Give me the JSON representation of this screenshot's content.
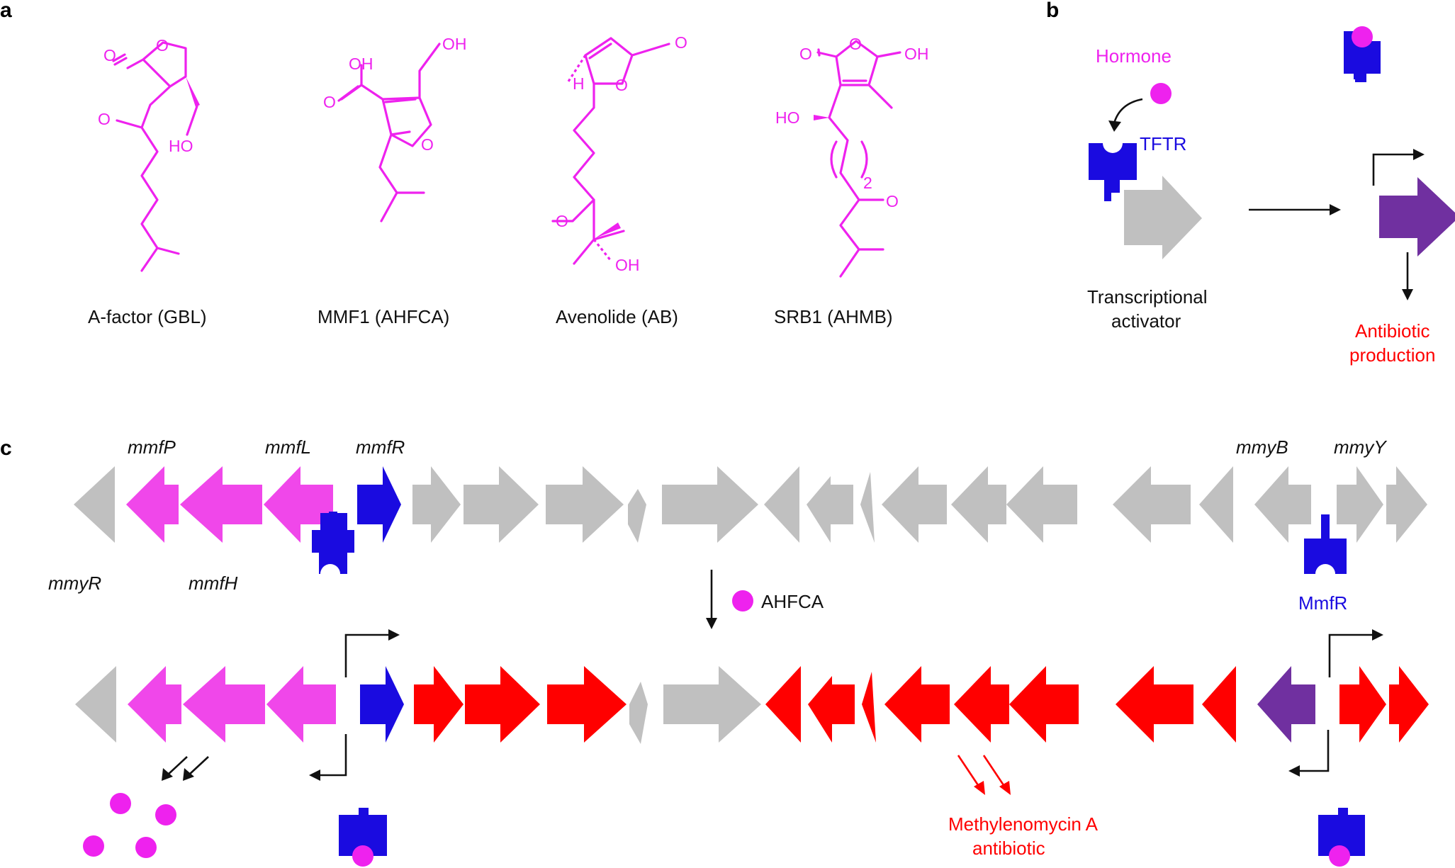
{
  "panels": {
    "a": "a",
    "b": "b",
    "c": "c"
  },
  "colors": {
    "magenta": "#ee22ee",
    "pink_gene": "#f047ea",
    "blue": "#1a0be0",
    "grey_gene": "#c0c0c0",
    "red": "#ff0000",
    "purple": "#7030a0",
    "black": "#111111"
  },
  "molecules": [
    {
      "name": "A-factor (GBL)"
    },
    {
      "name": "MMF1 (AHFCA)"
    },
    {
      "name": "Avenolide (AB)"
    },
    {
      "name": "SRB1 (AHMB)"
    }
  ],
  "atoms": {
    "O": "O",
    "OH": "OH",
    "HO": "HO",
    "H": "H",
    "sub2": "2"
  },
  "panel_b": {
    "hormone": "Hormone",
    "tftr": "TFTR",
    "activator_line1": "Transcriptional",
    "activator_line2": "activator",
    "antibiotic_line1": "Antibiotic",
    "antibiotic_line2": "production"
  },
  "panel_c": {
    "genes_top": [
      "mmfP",
      "mmfL",
      "mmfR",
      "mmyB",
      "mmyY"
    ],
    "genes_bottom": [
      "mmyR",
      "mmfH"
    ],
    "ahfca": "AHFCA",
    "mmfr": "MmfR",
    "product_line1": "Methylenomycin A",
    "product_line2": "antibiotic"
  }
}
